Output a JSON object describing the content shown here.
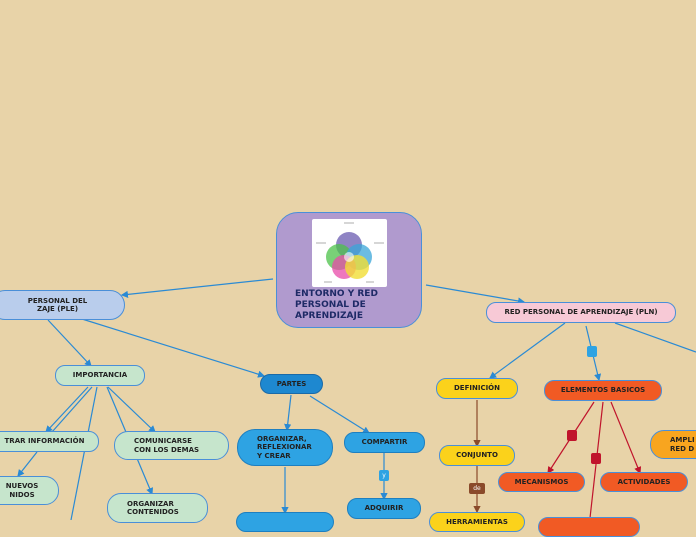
{
  "central": {
    "title": "ENTORNO Y RED\nPERSONAL DE\nAPRENDIZAJE",
    "image": "collage-image"
  },
  "left": {
    "ple": "PERSONAL DEL\nZAJE (PLE)",
    "importancia": "IMPORTANCIA",
    "filtrar": "TRAR INFORMACIÓN",
    "nuevos": "NUEVOS\nNIDOS",
    "comunicarse": "COMUNICARSE\nCON LOS DEMAS",
    "organizar_contenidos": "ORGANIZAR\nCONTENIDOS"
  },
  "middle": {
    "partes": "PARTES",
    "organizar": "ORGANIZAR,\nREFLEXIONAR\nY CREAR",
    "compartir": "COMPARTIR",
    "y_label": "y",
    "adquirir": "ADQUIRIR"
  },
  "right": {
    "pln": "RED PERSONAL DE APRENDIZAJE (PLN)",
    "definicion": "DEFINICIÓN",
    "conjunto": "CONJUNTO",
    "de_label": "de",
    "herramientas": "HERRAMIENTAS",
    "elementos": "ELEMENTOS BASICOS",
    "mecanismos": "MECANISMOS",
    "actividades": "ACTIVIDADES",
    "ampli": "AMPLI\nRED D"
  },
  "colors": {
    "background": "#e8d3a8",
    "ple": "#b9cdec",
    "light_green": "#c6e5cc",
    "blue": "#2ea3e3",
    "yellow": "#fbd21b",
    "orange": "#f15a24",
    "pink": "#f7c9d6",
    "amber": "#f8a51f",
    "link_blue": "#2a8ad4",
    "link_brown": "#8a4a2a",
    "link_red": "#c0142c"
  }
}
